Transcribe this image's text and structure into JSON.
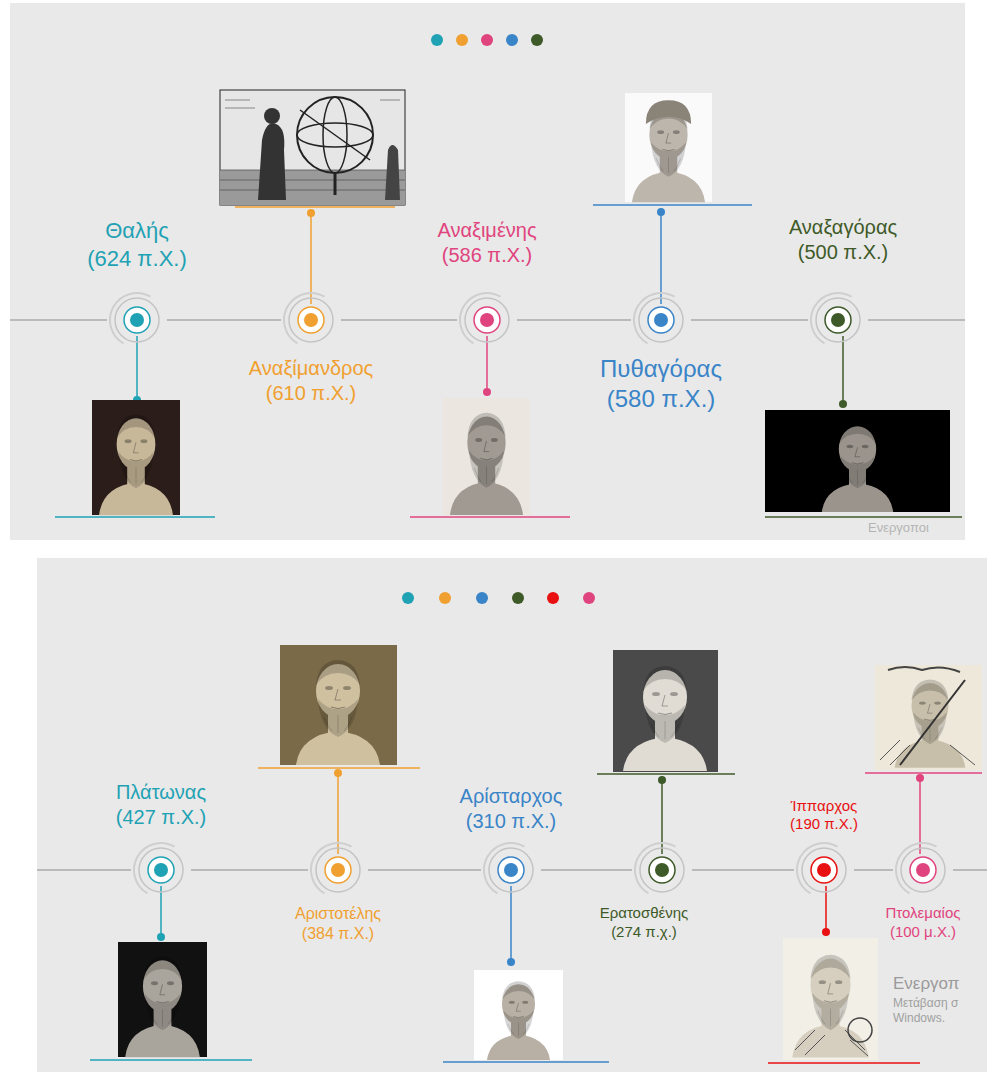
{
  "diagram": {
    "nodes": [
      {
        "text": [
          "Θαλής",
          "(624 π.Χ.)"
        ]
      },
      {
        "text": [
          "Αναξίμανδρος",
          "(610 π.Χ.)"
        ]
      },
      {
        "text": [
          "Αναξιμένης",
          "(586 π.Χ.)"
        ]
      },
      {
        "text": [
          "Πυθαγόρας",
          "(580 π.Χ.)"
        ]
      },
      {
        "text": [
          "Αναξαγόρας",
          "(500 π.Χ.)"
        ]
      },
      {
        "text": [
          "Πλάτωνας",
          "(427 π.Χ.)"
        ]
      },
      {
        "text": [
          "Αριστοτέλης",
          "(384 π.Χ.)"
        ]
      },
      {
        "text": [
          "Αρίσταρχος",
          "(310 π.Χ.)"
        ]
      },
      {
        "text": [
          "Ερατοσθένης",
          "(274 π.χ.)"
        ]
      },
      {
        "text": [
          "Ίππαρχος",
          "(190 π.Χ.)"
        ]
      },
      {
        "text": [
          "Πτολεμαίος",
          "(100 μ.Χ.)"
        ]
      }
    ],
    "edges": [
      {
        "from": 0,
        "to": 1,
        "arrow": "none"
      },
      {
        "from": 1,
        "to": 2,
        "arrow": "none"
      },
      {
        "from": 2,
        "to": 3,
        "arrow": "none"
      },
      {
        "from": 3,
        "to": 4,
        "arrow": "none"
      },
      {
        "from": 5,
        "to": 6,
        "arrow": "none"
      },
      {
        "from": 6,
        "to": 7,
        "arrow": "none"
      },
      {
        "from": 7,
        "to": 8,
        "arrow": "none"
      },
      {
        "from": 8,
        "to": 9,
        "arrow": "none"
      },
      {
        "from": 9,
        "to": 10,
        "arrow": "none"
      }
    ],
    "labels": [
      "Ενεργοποι",
      "Ενεργοπ",
      "Μετάβαση σ",
      "Windows."
    ]
  }
}
